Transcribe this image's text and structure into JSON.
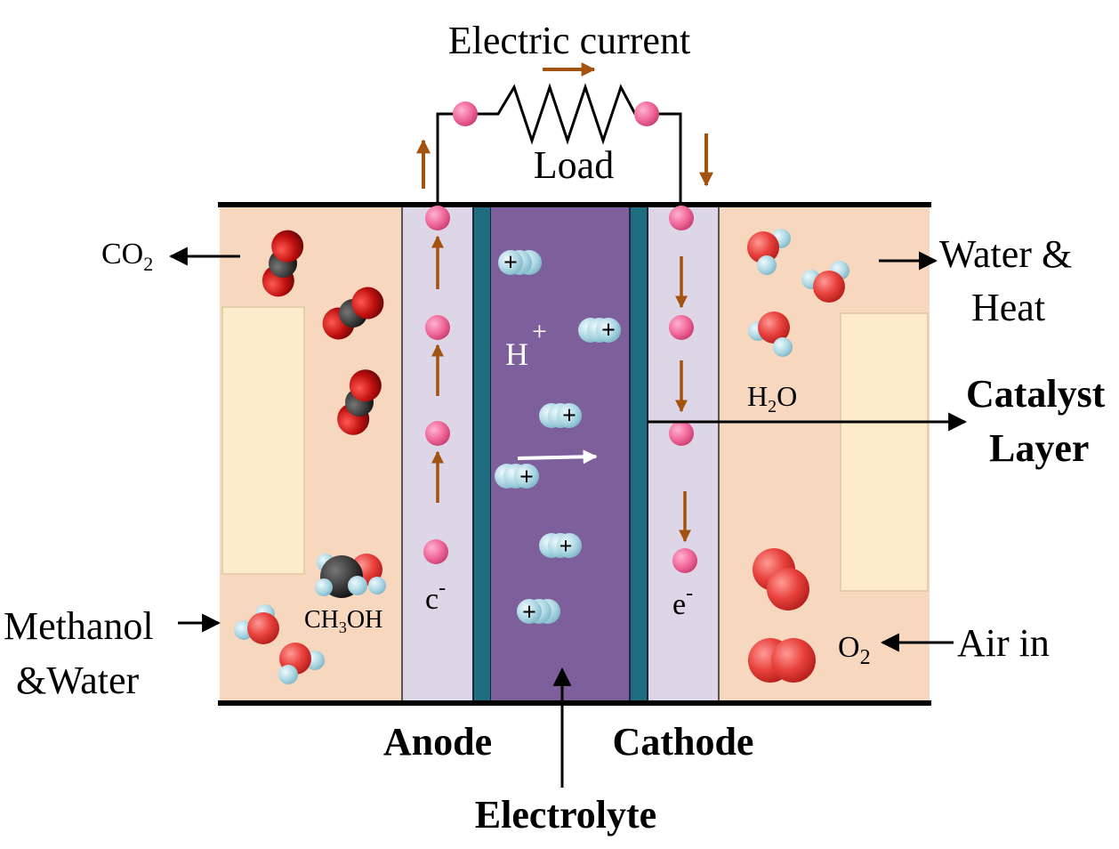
{
  "labels": {
    "electric_current": "Electric current",
    "load": "Load",
    "co2": "CO",
    "co2_sub": "2",
    "water_heat_1": "Water &",
    "water_heat_2": "Heat",
    "hplus_h": "H",
    "hplus_plus": "+",
    "h2o_h": "H",
    "h2o_sub": "2",
    "h2o_o": "O",
    "catalyst_1": "Catalyst",
    "catalyst_2": "Layer",
    "methanol_1": "Methanol",
    "methanol_2": "&Water",
    "ch3oh_a": "CH",
    "ch3oh_sub": "3",
    "ch3oh_b": "OH",
    "anode_electron": "c",
    "anode_electron_sup": "-",
    "cathode_electron": "e",
    "cathode_electron_sup": "-",
    "o2": "O",
    "o2_sub": "2",
    "air_in": "Air in",
    "anode": "Anode",
    "cathode": "Cathode",
    "electrolyte": "Electrolyte",
    "proton_sign": "+"
  },
  "colors": {
    "chamber": "#f8d7bf",
    "plate": "#fdeccb",
    "catalyst_layer": "#dcd6e6",
    "membrane_edge": "#1f6e80",
    "electrolyte": "#7d5f9b",
    "electron": "#f0679a",
    "arrow_electron": "#a3520f",
    "oxygen_atom": "#e8413c",
    "hydrogen_atom": "#aed8e4",
    "carbon_atom": "#3a3a3a"
  }
}
